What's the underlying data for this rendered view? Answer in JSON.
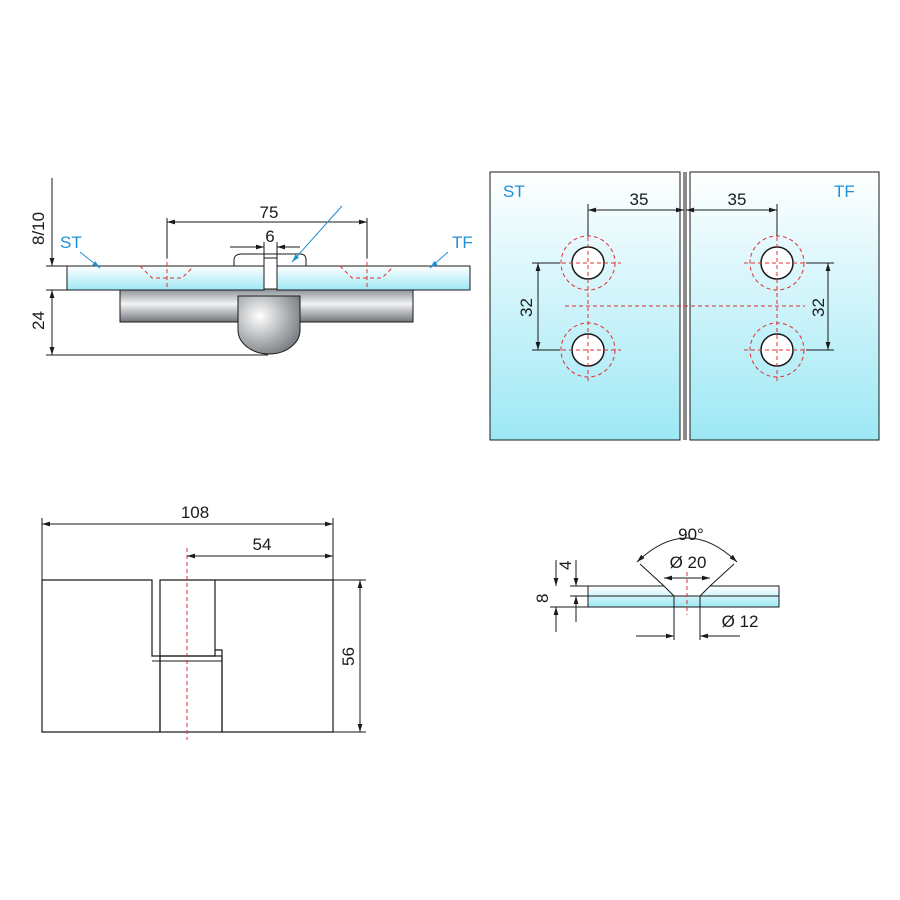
{
  "side_view": {
    "dim_thickness": "8/10",
    "dim_height": "24",
    "dim_span": "75",
    "dim_gap": "6",
    "label_st": "ST",
    "label_tf": "TF"
  },
  "glass_view": {
    "label_st": "ST",
    "label_tf": "TF",
    "dim_left_offset": "35",
    "dim_right_offset": "35",
    "dim_left_spacing": "32",
    "dim_right_spacing": "32"
  },
  "front_view": {
    "dim_width": "108",
    "dim_half": "54",
    "dim_height": "56"
  },
  "hole_detail": {
    "dim_angle": "90°",
    "dim_countersink": "Ø 20",
    "dim_hole": "Ø 12",
    "dim_depth": "4",
    "dim_thickness": "8"
  },
  "colors": {
    "glass_top": "#ffffff",
    "glass_bottom": "#9de8f5",
    "label": "#1e8fd6",
    "centerline": "#e03030"
  }
}
